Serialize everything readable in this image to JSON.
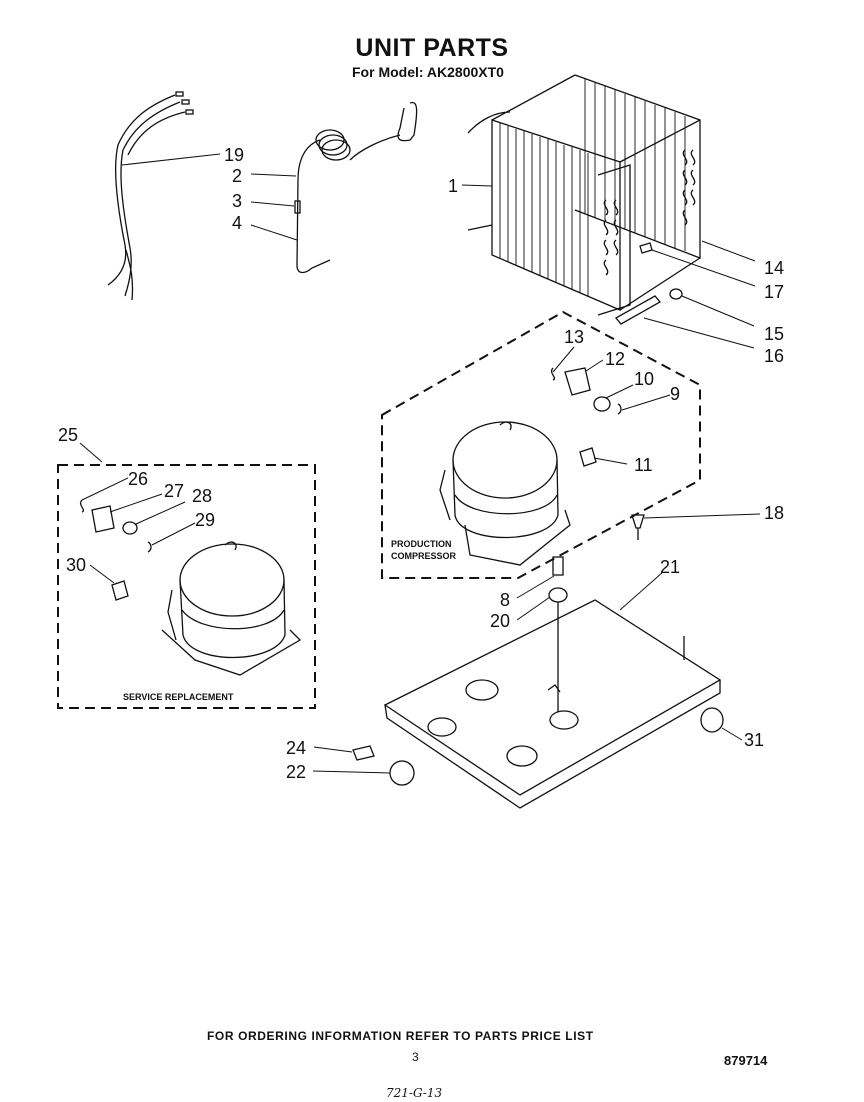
{
  "header": {
    "title": "UNIT PARTS",
    "subtitle": "For Model: AK2800XT0"
  },
  "boxes": {
    "production": [
      "PRODUCTION",
      "COMPRESSOR"
    ],
    "service": "SERVICE REPLACEMENT"
  },
  "callouts": [
    "19",
    "2",
    "3",
    "4",
    "1",
    "14",
    "17",
    "15",
    "16",
    "13",
    "12",
    "10",
    "9",
    "11",
    "18",
    "21",
    "8",
    "20",
    "25",
    "26",
    "27",
    "28",
    "29",
    "30",
    "24",
    "22",
    "31"
  ],
  "footer": {
    "ordering": "FOR ORDERING INFORMATION REFER TO PARTS PRICE LIST",
    "page": "3",
    "doc_number": "879714",
    "handwritten": "721-G-13"
  }
}
